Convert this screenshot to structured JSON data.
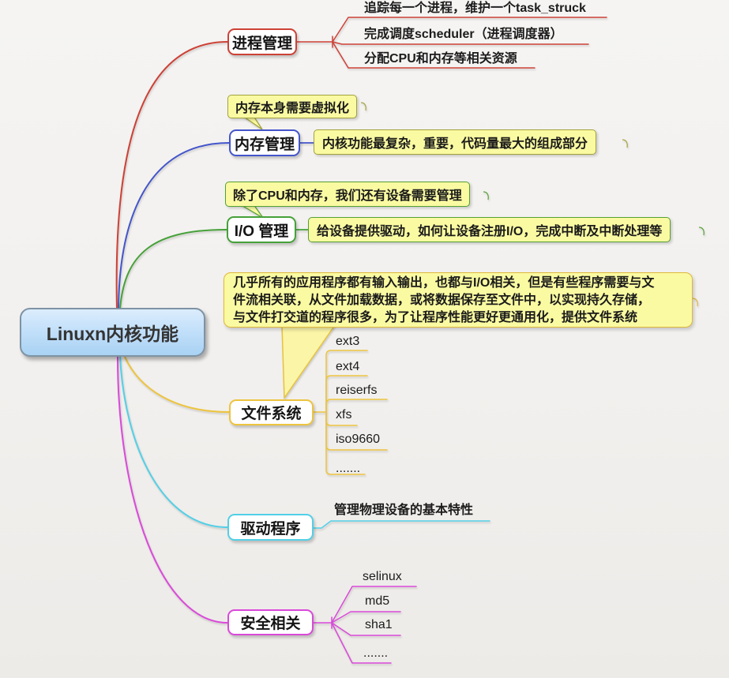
{
  "central": {
    "label": "Linuxn内核功能"
  },
  "colors": {
    "process": "#cd4136",
    "memory": "#4355cb",
    "io": "#46a139",
    "filesystem": "#edc43e",
    "driver": "#52d0e7",
    "security": "#da49da",
    "note_fill": "#fafaa2",
    "central_fill": "#b9dcf8",
    "central_border": "#7e93a4",
    "background": "#f2f0ee"
  },
  "branches": {
    "process": {
      "label": "进程管理",
      "children": [
        "追踪每一个进程，维护一个task_struck",
        "完成调度scheduler（进程调度器）",
        "分配CPU和内存等相关资源"
      ]
    },
    "memory": {
      "label": "内存管理",
      "note": "内存本身需要虚拟化",
      "info": "内核功能最复杂，重要，代码量最大的组成部分"
    },
    "io": {
      "label": "I/O 管理",
      "note": "除了CPU和内存，我们还有设备需要管理",
      "info": "给设备提供驱动，如何让设备注册I/O，完成中断及中断处理等"
    },
    "filesystem": {
      "label": "文件系统",
      "callout": [
        "几乎所有的应用程序都有输入输出，也都与I/O相关，但是有些程序需要与文",
        "件流相关联，从文件加载数据，或将数据保存至文件中，以实现持久存储，",
        "与文件打交道的程序很多，为了让程序性能更好更通用化，提供文件系统"
      ],
      "children": [
        "ext3",
        "ext4",
        "reiserfs",
        "xfs",
        "iso9660",
        "......."
      ]
    },
    "driver": {
      "label": "驱动程序",
      "children": [
        "管理物理设备的基本特性"
      ]
    },
    "security": {
      "label": "安全相关",
      "children": [
        "selinux",
        "md5",
        "sha1",
        "......."
      ]
    }
  }
}
